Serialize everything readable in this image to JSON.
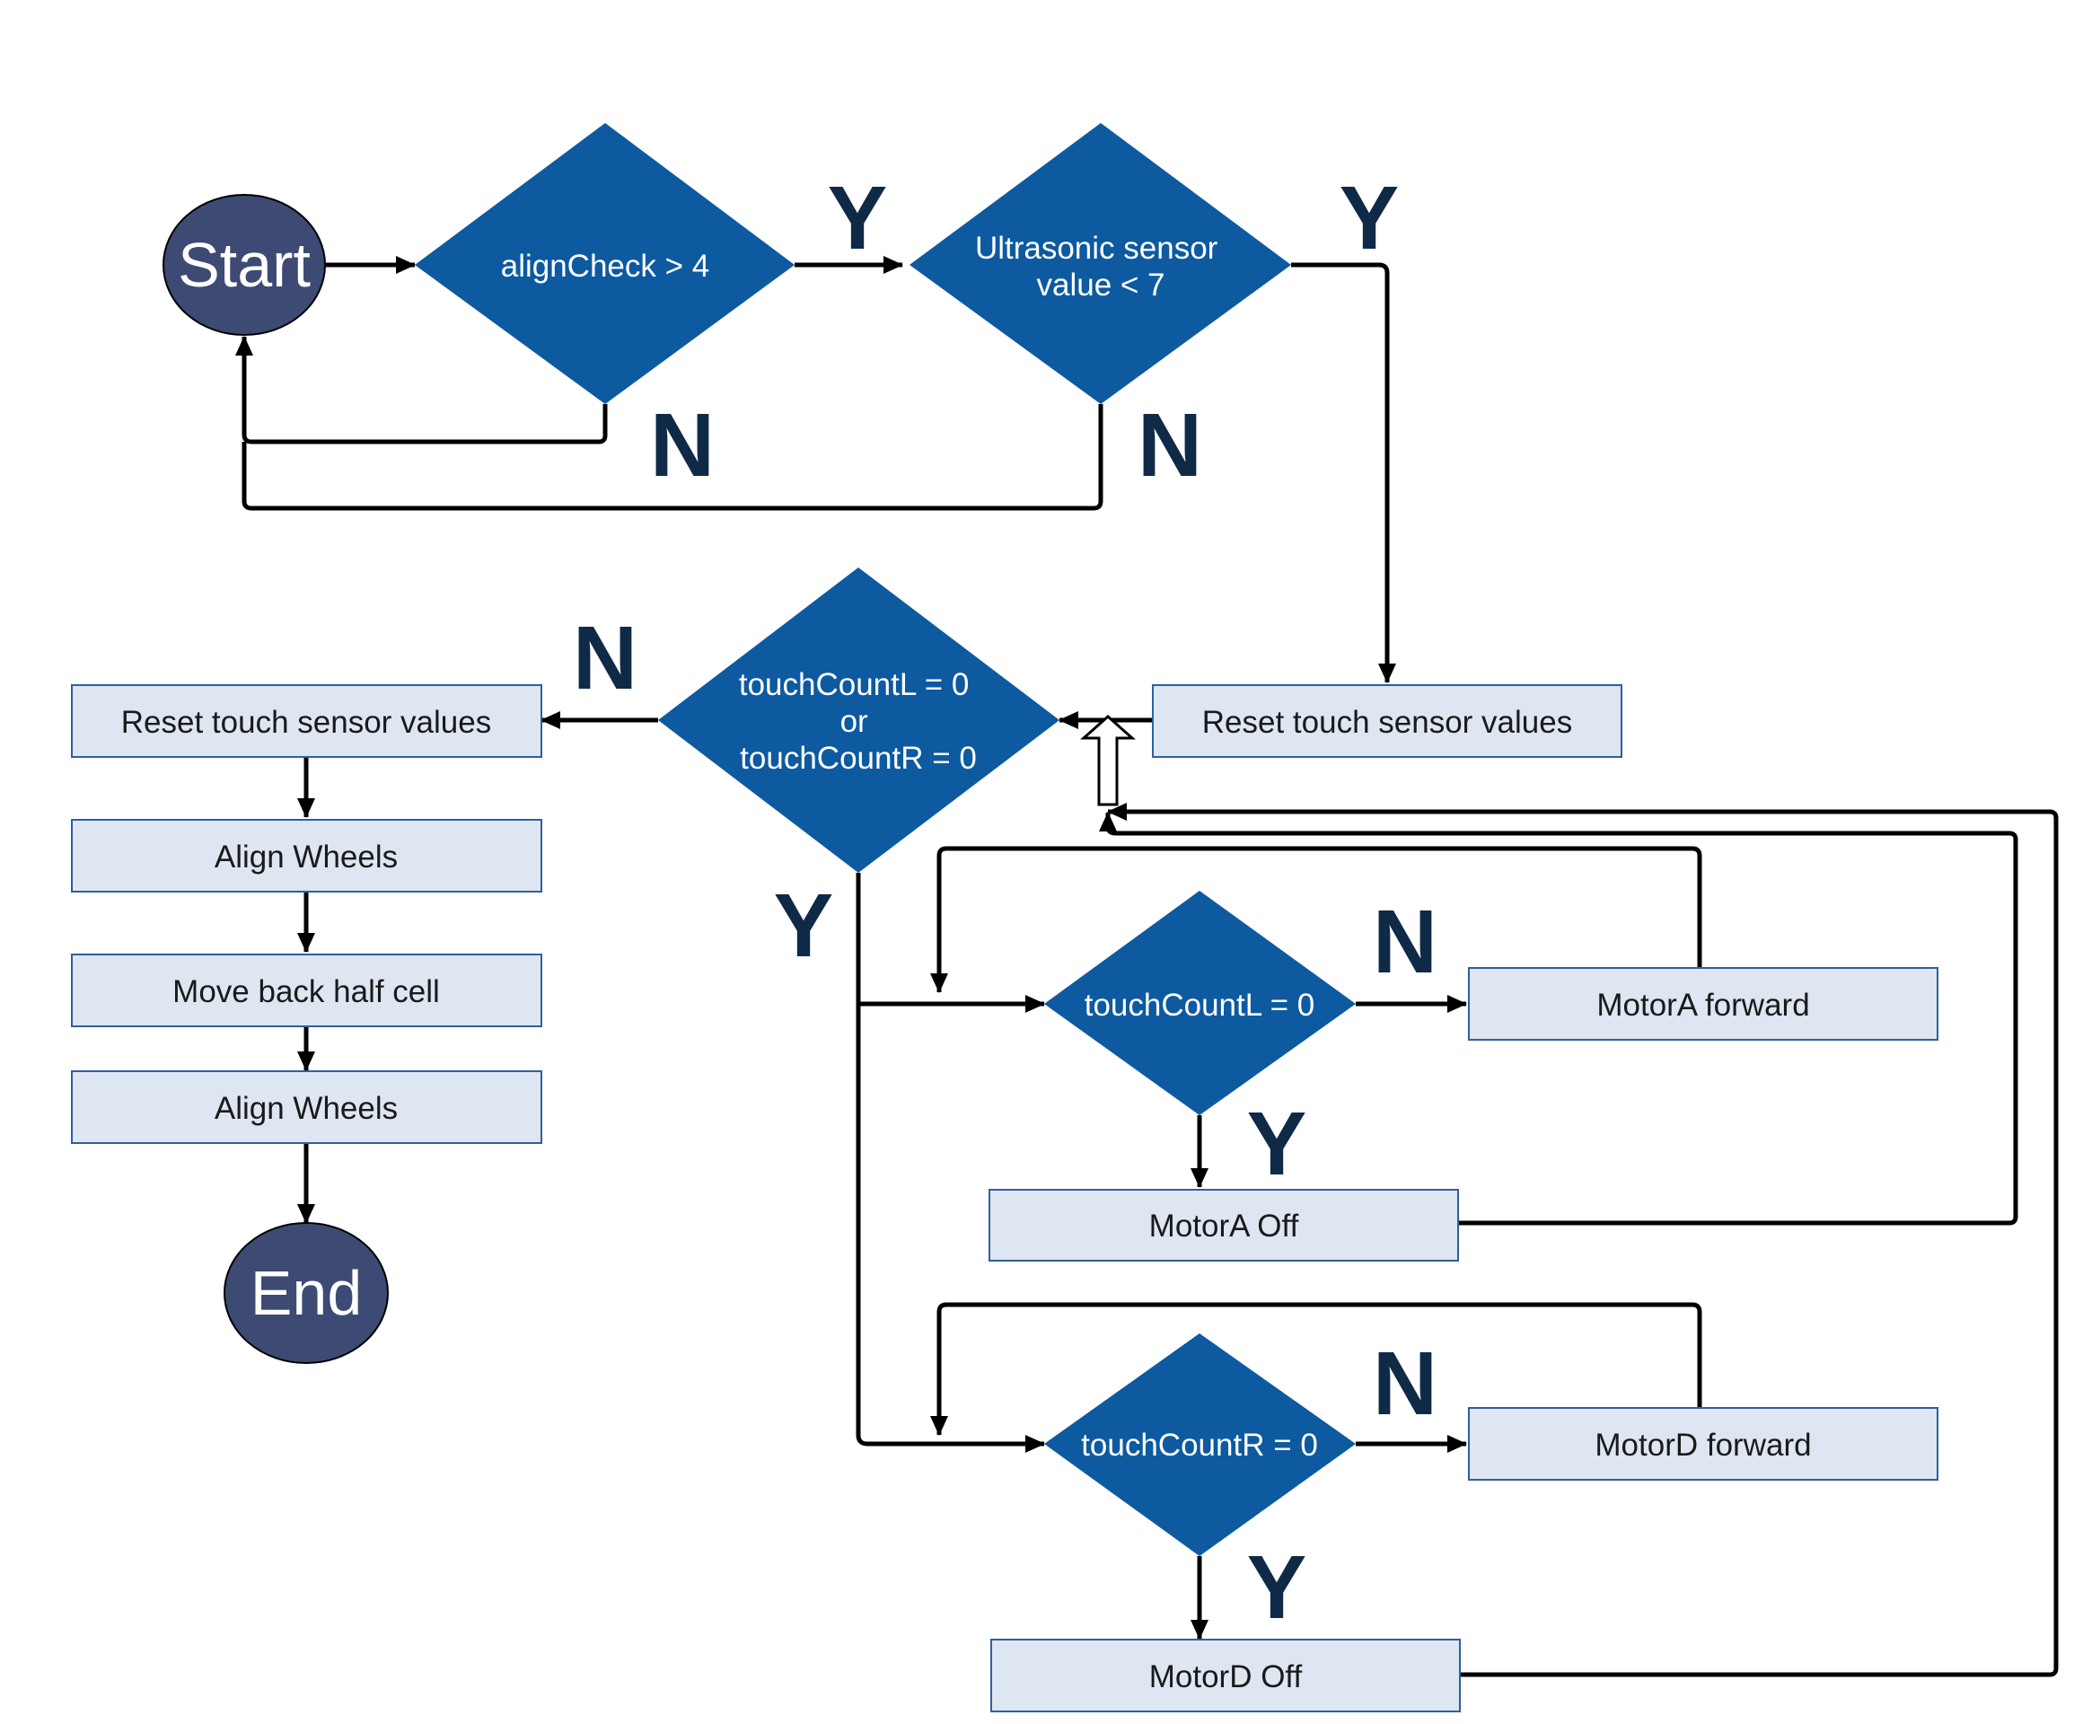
{
  "colors": {
    "terminal_fill": "#3d4a73",
    "decision_fill": "#0d5aa0",
    "process_fill": "#dde6f1",
    "process_stroke": "#2e5fa0",
    "label_color": "#0f2a47",
    "edge_color": "#000000"
  },
  "terminals": {
    "start": "Start",
    "end": "End"
  },
  "decisions": {
    "align_check": [
      "alignCheck > 4"
    ],
    "ultrasonic": [
      "Ultrasonic sensor",
      "value < 7"
    ],
    "touch_count": [
      "touchCountL = 0",
      "or",
      "touchCountR = 0"
    ],
    "touch_left": [
      "touchCountL = 0"
    ],
    "touch_right": [
      "touchCountR = 0"
    ]
  },
  "processes": {
    "reset_right": "Reset touch sensor values",
    "reset_left": "Reset touch sensor values",
    "align_wheels_1": "Align Wheels",
    "move_back": "Move back half cell",
    "align_wheels_2": "Align Wheels",
    "motor_a_forward": "MotorA forward",
    "motor_a_off": "MotorA Off",
    "motor_d_forward": "MotorD forward",
    "motor_d_off": "MotorD Off"
  },
  "branch_labels": {
    "align_yes": "Y",
    "align_no": "N",
    "ultra_yes": "Y",
    "ultra_no": "N",
    "touch_no": "N",
    "touch_yes": "Y",
    "left_no": "N",
    "left_yes": "Y",
    "right_no": "N",
    "right_yes": "Y"
  }
}
